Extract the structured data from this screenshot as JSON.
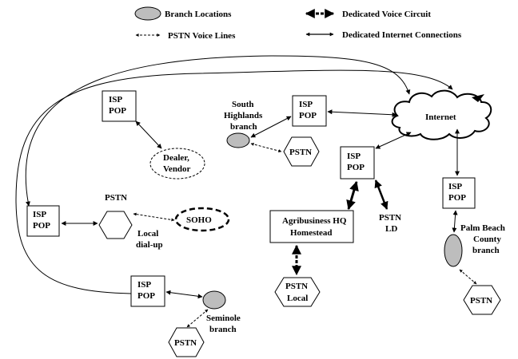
{
  "legend": {
    "branch_locations": "Branch Locations",
    "pstn_voice_lines": "PSTN Voice Lines",
    "dedicated_voice_circuit": "Dedicated Voice Circuit",
    "dedicated_internet": "Dedicated Internet Connections"
  },
  "nodes": {
    "isp_pop_topleft": [
      "ISP",
      "POP"
    ],
    "isp_pop_center": [
      "ISP",
      "POP"
    ],
    "isp_pop_hq": [
      "ISP",
      "POP"
    ],
    "isp_pop_left": [
      "ISP",
      "POP"
    ],
    "isp_pop_right": [
      "ISP",
      "POP"
    ],
    "isp_pop_bottom": [
      "ISP",
      "POP"
    ],
    "internet": "Internet",
    "dealer_vendor": [
      "Dealer,",
      "Vendor"
    ],
    "south_highlands": [
      "South",
      "Highlands",
      "branch"
    ],
    "pstn_south": "PSTN",
    "pstn_left_label": "PSTN",
    "soho": "SOHO",
    "local_dialup": [
      "Local",
      "dial-up"
    ],
    "hq": [
      "Agribusiness HQ",
      "Homestead"
    ],
    "pstn_ld": [
      "PSTN",
      "LD"
    ],
    "pstn_local": [
      "PSTN",
      "Local"
    ],
    "palm_beach": [
      "Palm Beach",
      "County",
      "branch"
    ],
    "pstn_palm": "PSTN",
    "seminole": [
      "Seminole",
      "branch"
    ],
    "pstn_seminole": "PSTN"
  }
}
